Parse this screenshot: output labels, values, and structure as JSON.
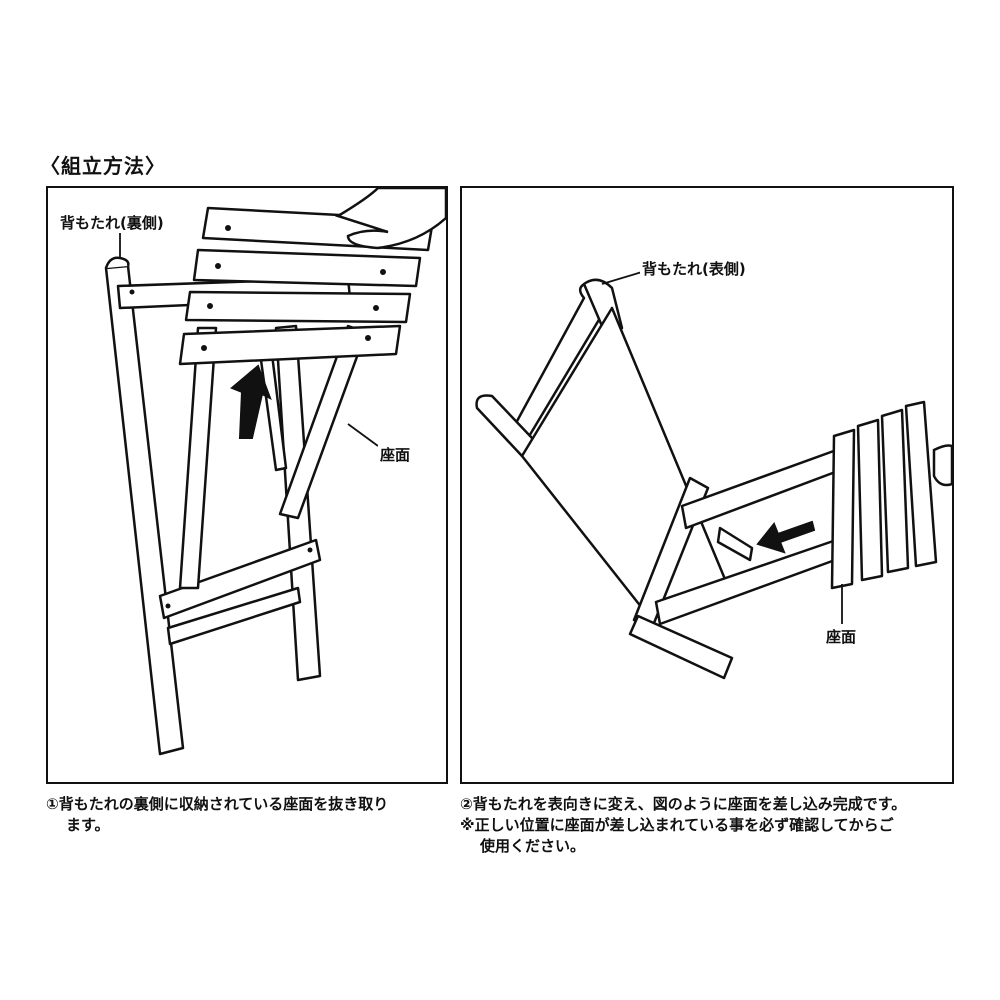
{
  "title": "〈組立方法〉",
  "panel1": {
    "label_back": "背もたれ(裏側)",
    "label_seat": "座面"
  },
  "panel2": {
    "label_back": "背もたれ(表側)",
    "label_seat": "座面"
  },
  "captions": {
    "step1_line1": "①背もたれの裏側に収納されている座面を抜き取り",
    "step1_line2": "ます。",
    "step2_line1": "②背もたれを表向きに変え、図のように座面を差し込み完成です。",
    "step2_line2": "※正しい位置に座面が差し込まれている事を必ず確認してからご",
    "step2_line3": "使用ください。"
  }
}
